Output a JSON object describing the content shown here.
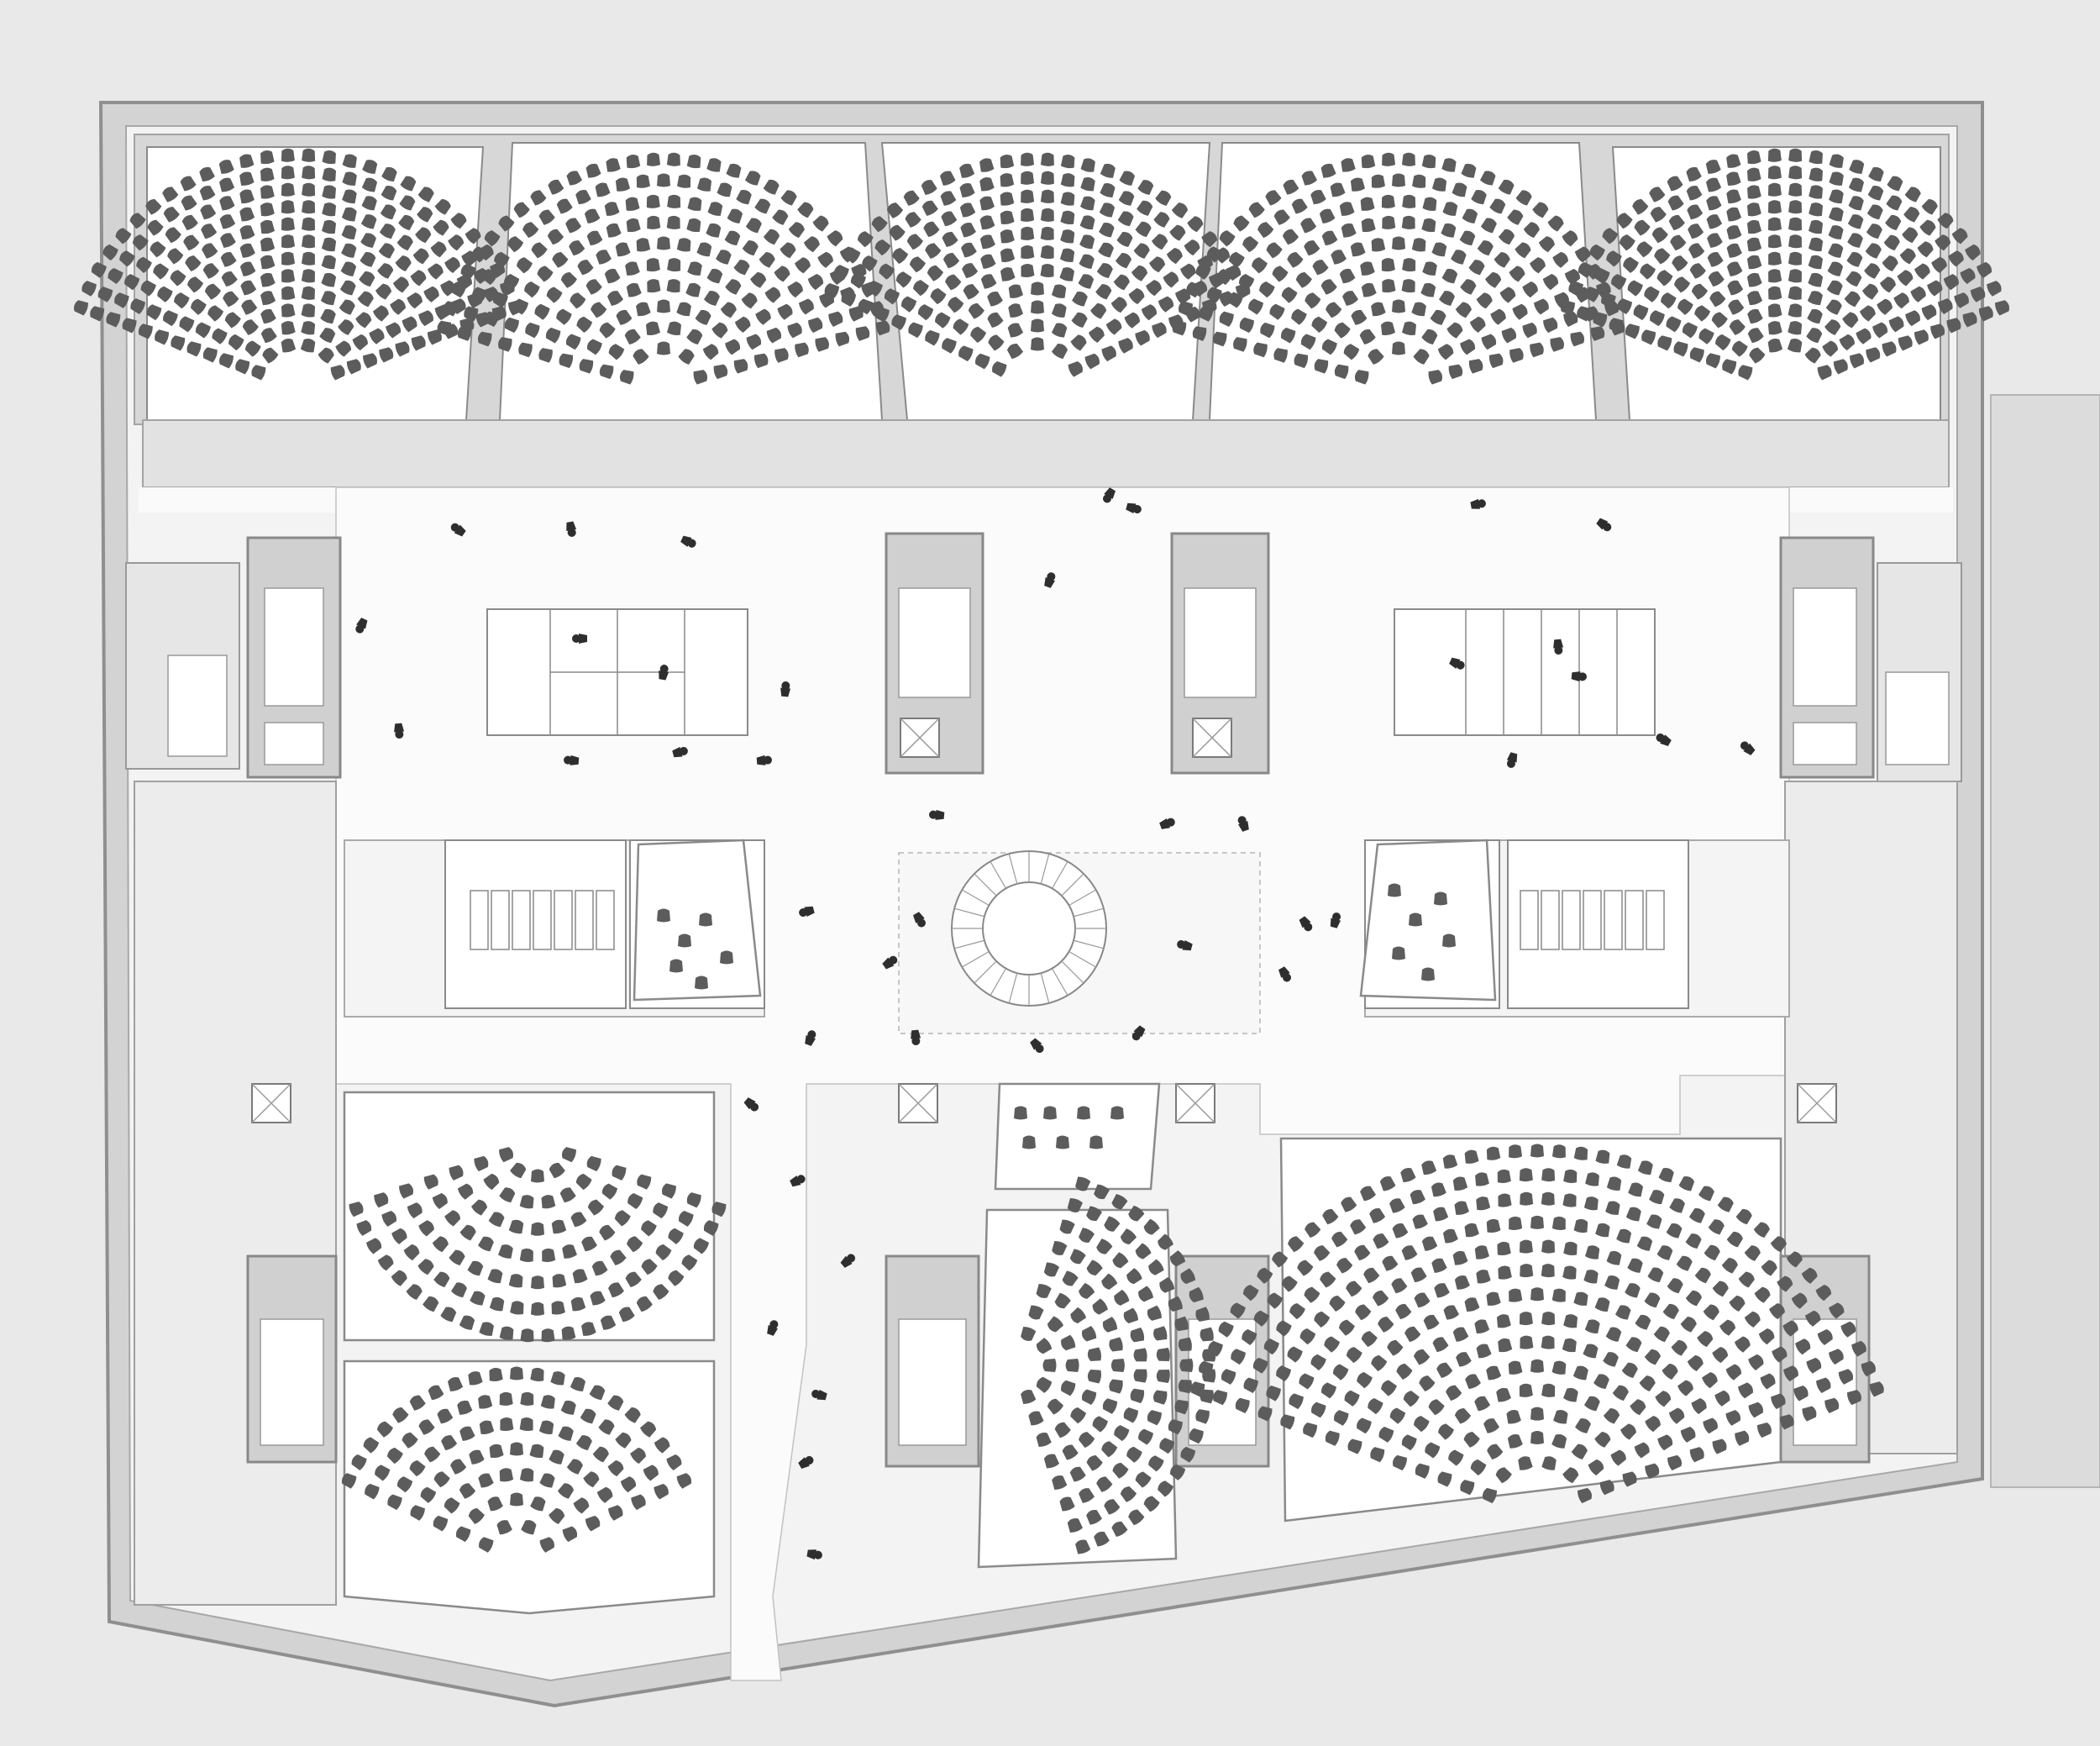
{
  "drawing": {
    "kind": "architectural-floor-plan",
    "colors": {
      "background": "#e9e9e9",
      "wall": "#cfcfcf",
      "wall_stroke": "#9a9a9a",
      "room_fill": "#ffffff",
      "corridor_fill": "#f7f7f7",
      "seat": "#5c5c5c",
      "line": "#8a8a8a"
    },
    "lecture_halls": [
      {
        "id": "north-1",
        "seat_rows": 12
      },
      {
        "id": "north-2",
        "seat_rows": 10
      },
      {
        "id": "north-3",
        "seat_rows": 11
      },
      {
        "id": "north-4",
        "seat_rows": 10
      },
      {
        "id": "north-5",
        "seat_rows": 12
      },
      {
        "id": "south-west-upper",
        "seat_rows": 7
      },
      {
        "id": "south-west-lower",
        "seat_rows": 7
      },
      {
        "id": "south-center",
        "seat_rows": 8
      },
      {
        "id": "south-east-large",
        "seat_rows": 14
      }
    ],
    "icons": [
      "lecture-hall-seating",
      "stair-core",
      "elevator",
      "spiral-stair",
      "restroom-stalls",
      "study-table",
      "person-figure"
    ]
  }
}
